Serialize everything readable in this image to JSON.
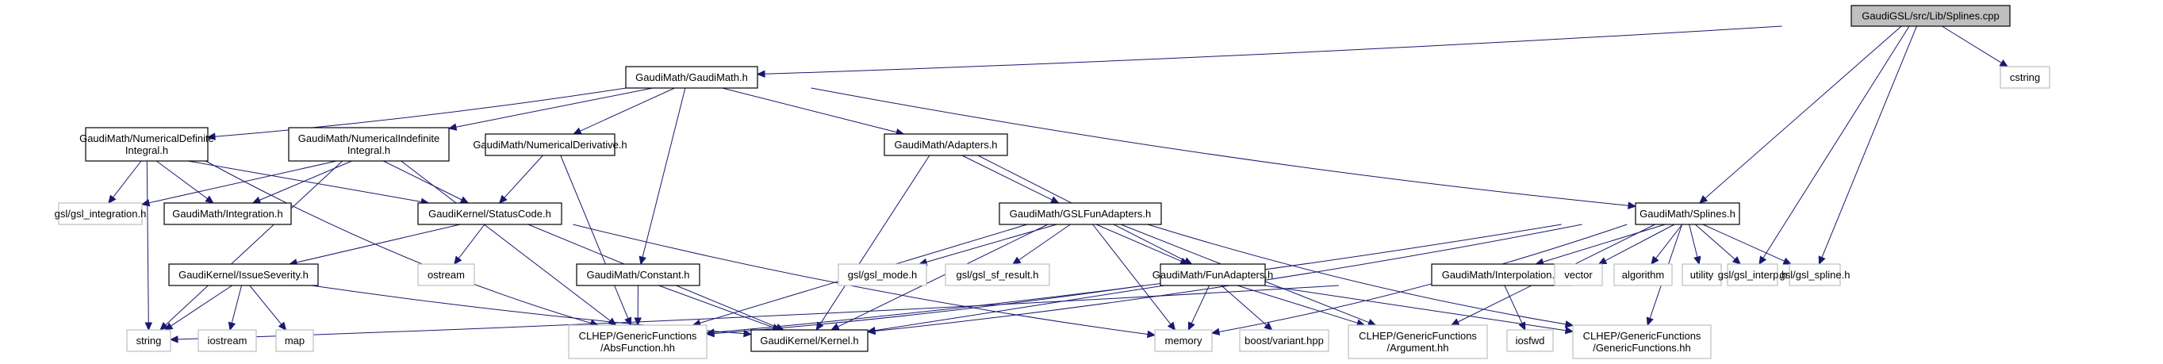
{
  "diagram": {
    "title": "GaudiGSL/src/Lib/Splines.cpp",
    "type": "include-dependency-graph",
    "colors": {
      "edge": "#191970",
      "root_fill": "#bfbfbf",
      "local_border": "#000000",
      "system_border": "#bfbfbf"
    },
    "nodes": [
      {
        "id": "splines_cpp",
        "label": [
          "GaudiGSL/src/Lib/Splines.cpp"
        ],
        "kind": "root"
      },
      {
        "id": "cstring",
        "label": [
          "cstring"
        ],
        "kind": "system"
      },
      {
        "id": "gaudimath_h",
        "label": [
          "GaudiMath/GaudiMath.h"
        ],
        "kind": "local"
      },
      {
        "id": "numdefint_h",
        "label": [
          "GaudiMath/NumericalDefinite",
          "Integral.h"
        ],
        "kind": "local"
      },
      {
        "id": "numindefint_h",
        "label": [
          "GaudiMath/NumericalIndefinite",
          "Integral.h"
        ],
        "kind": "local"
      },
      {
        "id": "numderiv_h",
        "label": [
          "GaudiMath/NumericalDerivative.h"
        ],
        "kind": "local"
      },
      {
        "id": "adapters_h",
        "label": [
          "GaudiMath/Adapters.h"
        ],
        "kind": "local"
      },
      {
        "id": "gsl_integration_h",
        "label": [
          "gsl/gsl_integration.h"
        ],
        "kind": "system"
      },
      {
        "id": "integration_h",
        "label": [
          "GaudiMath/Integration.h"
        ],
        "kind": "local"
      },
      {
        "id": "statuscode_h",
        "label": [
          "GaudiKernel/StatusCode.h"
        ],
        "kind": "local"
      },
      {
        "id": "gslfunadapters_h",
        "label": [
          "GaudiMath/GSLFunAdapters.h"
        ],
        "kind": "local"
      },
      {
        "id": "splines_h",
        "label": [
          "GaudiMath/Splines.h"
        ],
        "kind": "local"
      },
      {
        "id": "issueseverity_h",
        "label": [
          "GaudiKernel/IssueSeverity.h"
        ],
        "kind": "local"
      },
      {
        "id": "ostream",
        "label": [
          "ostream"
        ],
        "kind": "system"
      },
      {
        "id": "constant_h",
        "label": [
          "GaudiMath/Constant.h"
        ],
        "kind": "local"
      },
      {
        "id": "gsl_mode_h",
        "label": [
          "gsl/gsl_mode.h"
        ],
        "kind": "system"
      },
      {
        "id": "gsl_sf_result_h",
        "label": [
          "gsl/gsl_sf_result.h"
        ],
        "kind": "system"
      },
      {
        "id": "funadapters_h",
        "label": [
          "GaudiMath/FunAdapters.h"
        ],
        "kind": "local"
      },
      {
        "id": "interpolation_h",
        "label": [
          "GaudiMath/Interpolation.h"
        ],
        "kind": "local"
      },
      {
        "id": "vector",
        "label": [
          "vector"
        ],
        "kind": "system"
      },
      {
        "id": "algorithm",
        "label": [
          "algorithm"
        ],
        "kind": "system"
      },
      {
        "id": "utility",
        "label": [
          "utility"
        ],
        "kind": "system"
      },
      {
        "id": "gsl_interp_h",
        "label": [
          "gsl/gsl_interp.h"
        ],
        "kind": "system"
      },
      {
        "id": "gsl_spline_h",
        "label": [
          "gsl/gsl_spline.h"
        ],
        "kind": "system"
      },
      {
        "id": "string",
        "label": [
          "string"
        ],
        "kind": "system"
      },
      {
        "id": "iostream",
        "label": [
          "iostream"
        ],
        "kind": "system"
      },
      {
        "id": "map",
        "label": [
          "map"
        ],
        "kind": "system"
      },
      {
        "id": "absfunction_hh",
        "label": [
          "CLHEP/GenericFunctions",
          "/AbsFunction.hh"
        ],
        "kind": "system"
      },
      {
        "id": "kernel_h",
        "label": [
          "GaudiKernel/Kernel.h"
        ],
        "kind": "local"
      },
      {
        "id": "memory",
        "label": [
          "memory"
        ],
        "kind": "system"
      },
      {
        "id": "boost_variant_hpp",
        "label": [
          "boost/variant.hpp"
        ],
        "kind": "system"
      },
      {
        "id": "argument_hh",
        "label": [
          "CLHEP/GenericFunctions",
          "/Argument.hh"
        ],
        "kind": "system"
      },
      {
        "id": "iosfwd",
        "label": [
          "iosfwd"
        ],
        "kind": "system"
      },
      {
        "id": "genericfunctions_hh",
        "label": [
          "CLHEP/GenericFunctions",
          "/GenericFunctions.hh"
        ],
        "kind": "system"
      }
    ],
    "edges": [
      [
        "splines_cpp",
        "gaudimath_h"
      ],
      [
        "splines_cpp",
        "cstring"
      ],
      [
        "splines_cpp",
        "splines_h"
      ],
      [
        "splines_cpp",
        "gsl_interp_h"
      ],
      [
        "splines_cpp",
        "gsl_spline_h"
      ],
      [
        "gaudimath_h",
        "numdefint_h"
      ],
      [
        "gaudimath_h",
        "numindefint_h"
      ],
      [
        "gaudimath_h",
        "numderiv_h"
      ],
      [
        "gaudimath_h",
        "constant_h"
      ],
      [
        "gaudimath_h",
        "adapters_h"
      ],
      [
        "gaudimath_h",
        "splines_h"
      ],
      [
        "numdefint_h",
        "string"
      ],
      [
        "numdefint_h",
        "absfunction_hh"
      ],
      [
        "numdefint_h",
        "gsl_integration_h"
      ],
      [
        "numdefint_h",
        "integration_h"
      ],
      [
        "numdefint_h",
        "statuscode_h"
      ],
      [
        "numindefint_h",
        "gsl_integration_h"
      ],
      [
        "numindefint_h",
        "integration_h"
      ],
      [
        "numindefint_h",
        "string"
      ],
      [
        "numindefint_h",
        "absfunction_hh"
      ],
      [
        "numindefint_h",
        "statuscode_h"
      ],
      [
        "numderiv_h",
        "statuscode_h"
      ],
      [
        "numderiv_h",
        "absfunction_hh"
      ],
      [
        "adapters_h",
        "kernel_h"
      ],
      [
        "adapters_h",
        "gslfunadapters_h"
      ],
      [
        "adapters_h",
        "funadapters_h"
      ],
      [
        "statuscode_h",
        "issueseverity_h"
      ],
      [
        "statuscode_h",
        "ostream"
      ],
      [
        "statuscode_h",
        "kernel_h"
      ],
      [
        "statuscode_h",
        "memory"
      ],
      [
        "issueseverity_h",
        "string"
      ],
      [
        "issueseverity_h",
        "iostream"
      ],
      [
        "issueseverity_h",
        "map"
      ],
      [
        "issueseverity_h",
        "kernel_h"
      ],
      [
        "constant_h",
        "absfunction_hh"
      ],
      [
        "constant_h",
        "kernel_h"
      ],
      [
        "gslfunadapters_h",
        "absfunction_hh"
      ],
      [
        "gslfunadapters_h",
        "gsl_mode_h"
      ],
      [
        "gslfunadapters_h",
        "gsl_sf_result_h"
      ],
      [
        "gslfunadapters_h",
        "kernel_h"
      ],
      [
        "gslfunadapters_h",
        "memory"
      ],
      [
        "gslfunadapters_h",
        "funadapters_h"
      ],
      [
        "gslfunadapters_h",
        "argument_hh"
      ],
      [
        "gslfunadapters_h",
        "genericfunctions_hh"
      ],
      [
        "funadapters_h",
        "absfunction_hh"
      ],
      [
        "funadapters_h",
        "kernel_h"
      ],
      [
        "funadapters_h",
        "memory"
      ],
      [
        "funadapters_h",
        "boost_variant_hpp"
      ],
      [
        "funadapters_h",
        "argument_hh"
      ],
      [
        "funadapters_h",
        "genericfunctions_hh"
      ],
      [
        "splines_h",
        "absfunction_hh"
      ],
      [
        "splines_h",
        "kernel_h"
      ],
      [
        "splines_h",
        "interpolation_h"
      ],
      [
        "splines_h",
        "memory"
      ],
      [
        "splines_h",
        "vector"
      ],
      [
        "splines_h",
        "algorithm"
      ],
      [
        "splines_h",
        "utility"
      ],
      [
        "splines_h",
        "gsl_interp_h"
      ],
      [
        "splines_h",
        "gsl_spline_h"
      ],
      [
        "splines_h",
        "argument_hh"
      ],
      [
        "splines_h",
        "genericfunctions_hh"
      ],
      [
        "interpolation_h",
        "string"
      ],
      [
        "interpolation_h",
        "iosfwd"
      ]
    ]
  }
}
